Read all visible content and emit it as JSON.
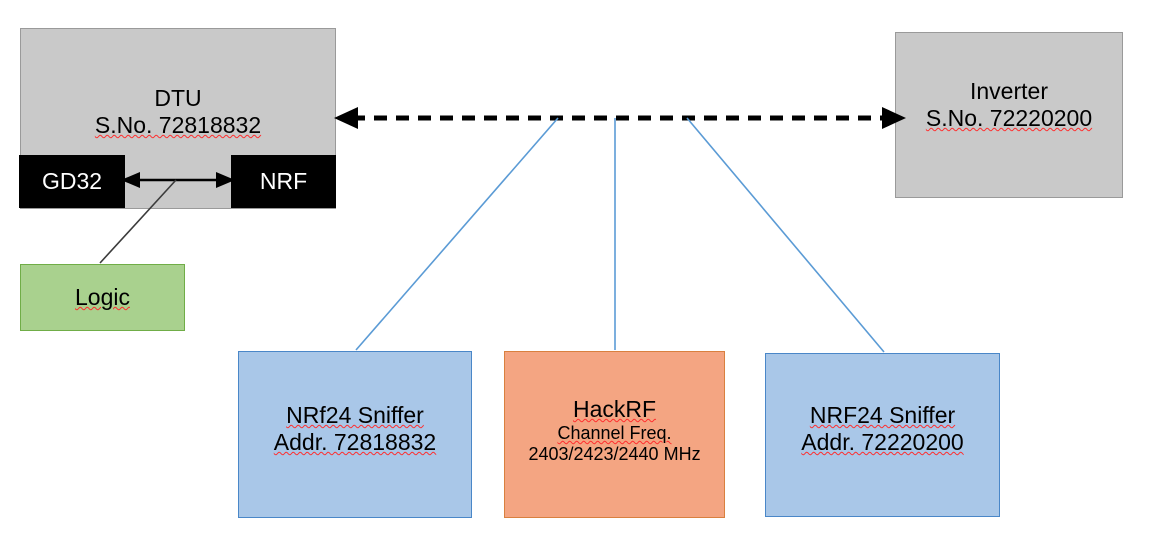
{
  "diagram": {
    "type": "block-diagram",
    "background_color": "#ffffff",
    "nodes": {
      "dtu": {
        "title": "DTU",
        "sub": "S.No. 72818832",
        "fill": "#c9c9c9",
        "border": "#9a9a9a"
      },
      "gd32": {
        "label": "GD32",
        "fill": "#000000",
        "text_color": "#ffffff"
      },
      "nrf": {
        "label": "NRF",
        "fill": "#000000",
        "text_color": "#ffffff"
      },
      "logic": {
        "label": "Logic",
        "fill": "#a9d18e",
        "border": "#70ad47"
      },
      "inverter": {
        "title": "Inverter",
        "sub": "S.No. 72220200",
        "fill": "#c9c9c9",
        "border": "#9a9a9a"
      },
      "sniffer_left": {
        "title": "NRf24 Sniffer",
        "sub": "Addr. 72818832",
        "fill": "#a9c7e8",
        "border": "#4a87c8"
      },
      "hackrf": {
        "title": "HackRF",
        "sub1": "Channel Freq.",
        "sub2": "2403/2423/2440 MHz",
        "fill": "#f4a582",
        "border": "#d9803f"
      },
      "sniffer_right": {
        "title": "NRF24 Sniffer",
        "sub": "Addr. 72220200",
        "fill": "#a9c7e8",
        "border": "#4a87c8"
      }
    },
    "connectors": {
      "rf_link": {
        "name": "dtu-inverter-rf-link",
        "style": "dashed",
        "arrow": "double",
        "color": "#000000"
      },
      "gd32_nrf_bus": {
        "name": "gd32-nrf-bus",
        "style": "solid",
        "arrow": "double",
        "color": "#000000"
      },
      "logic_probe": {
        "name": "logic-probe-line",
        "style": "solid",
        "arrow": "none",
        "color": "#3b3b3b"
      },
      "tap_left": {
        "name": "sniffer-left-tap",
        "style": "solid",
        "arrow": "none",
        "color": "#5b9bd5"
      },
      "tap_middle": {
        "name": "hackrf-tap",
        "style": "solid",
        "arrow": "none",
        "color": "#5b9bd5"
      },
      "tap_right": {
        "name": "sniffer-right-tap",
        "style": "solid",
        "arrow": "none",
        "color": "#5b9bd5"
      }
    }
  }
}
